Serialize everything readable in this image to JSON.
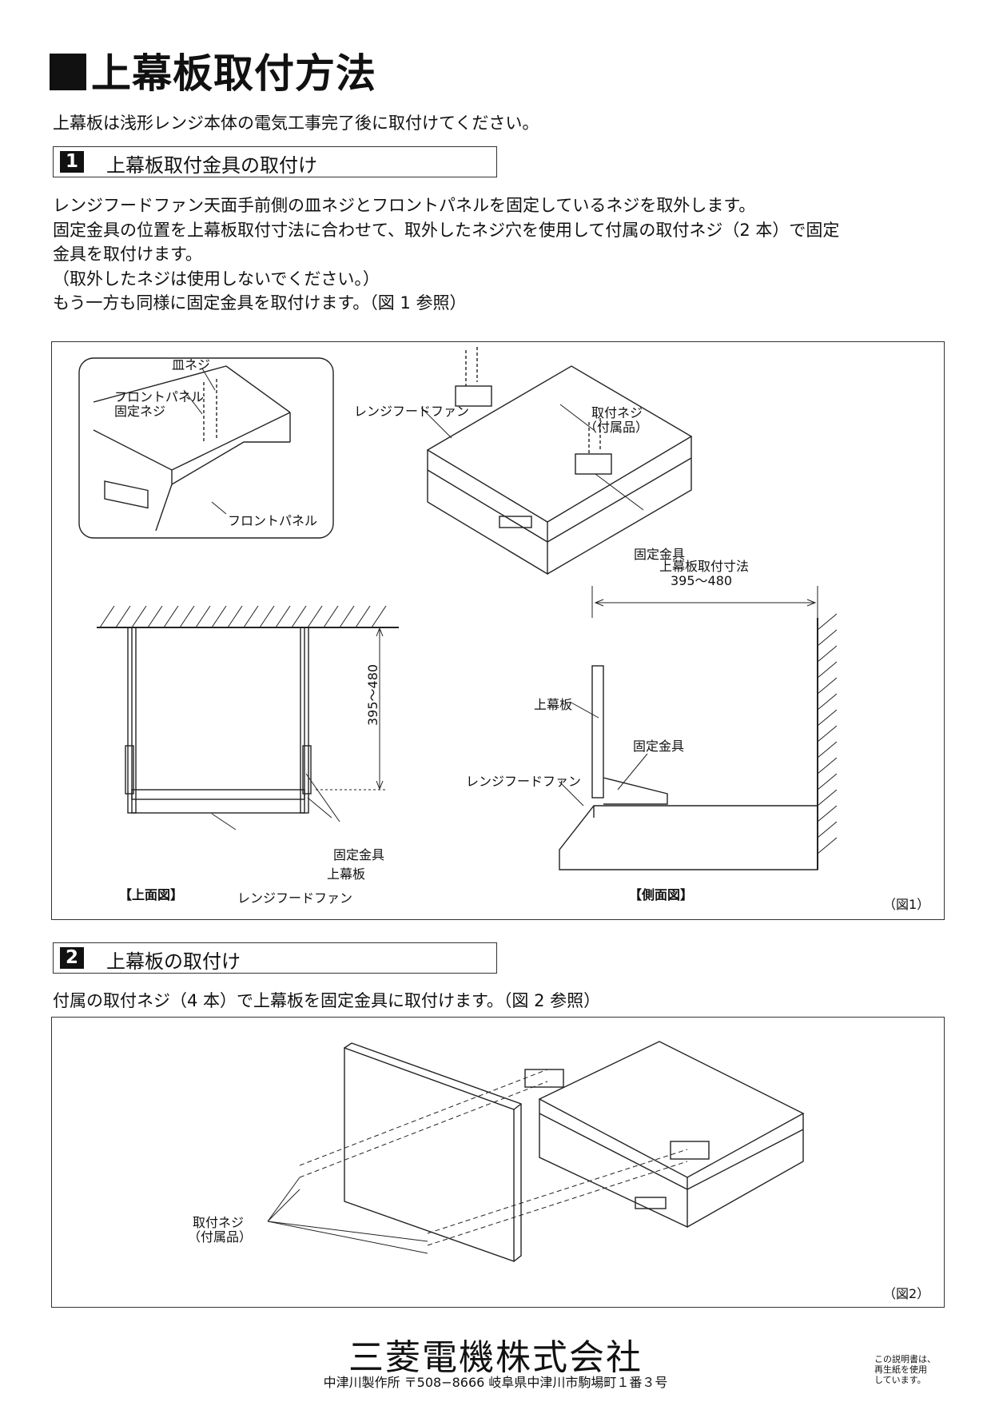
{
  "title": "上幕板取付方法",
  "intro": "上幕板は浅形レンジ本体の電気工事完了後に取付けてください。",
  "section1": {
    "num": "1",
    "heading": "上幕板取付金具の取付け",
    "lines": [
      "レンジフードファン天面手前側の皿ネジとフロントパネルを固定しているネジを取外します。",
      "固定金具の位置を上幕板取付寸法に合わせて、取外したネジ穴を使用して付属の取付ネジ（2 本）で固定",
      "金具を取付けます。",
      "（取外したネジは使用しないでください。）",
      "もう一方も同様に固定金具を取付けます。（図 1 参照）"
    ]
  },
  "fig1": {
    "inset": {
      "sara_screw": "皿ネジ",
      "front_panel_screw_1": "フロントパネル",
      "front_panel_screw_2": "固定ネジ",
      "front_panel": "フロントパネル"
    },
    "iso": {
      "range_hood": "レンジフードファン",
      "screw_1": "取付ネジ",
      "screw_2": "（付属品）",
      "bracket": "固定金具"
    },
    "top": {
      "dimension": "395～480",
      "bracket": "固定金具",
      "upper_panel": "上幕板",
      "range_hood": "レンジフードファン",
      "view_label": "【上面図】"
    },
    "side": {
      "dim_title": "上幕板取付寸法",
      "dimension": "395～480",
      "upper_panel": "上幕板",
      "bracket": "固定金具",
      "range_hood": "レンジフードファン",
      "view_label": "【側面図】"
    },
    "caption": "（図1）"
  },
  "section2": {
    "num": "2",
    "heading": "上幕板の取付け",
    "text": "付属の取付ネジ（4 本）で上幕板を固定金具に取付けます。（図 2 参照）"
  },
  "fig2": {
    "screw_1": "取付ネジ",
    "screw_2": "（付属品）",
    "caption": "（図2）"
  },
  "footer": {
    "company": "三菱電機株式会社",
    "address": "中津川製作所 〒508−8666 岐阜県中津川市駒場町１番３号",
    "recycled_1": "この説明書は、",
    "recycled_2": "再生紙を使用",
    "recycled_3": "しています。"
  }
}
